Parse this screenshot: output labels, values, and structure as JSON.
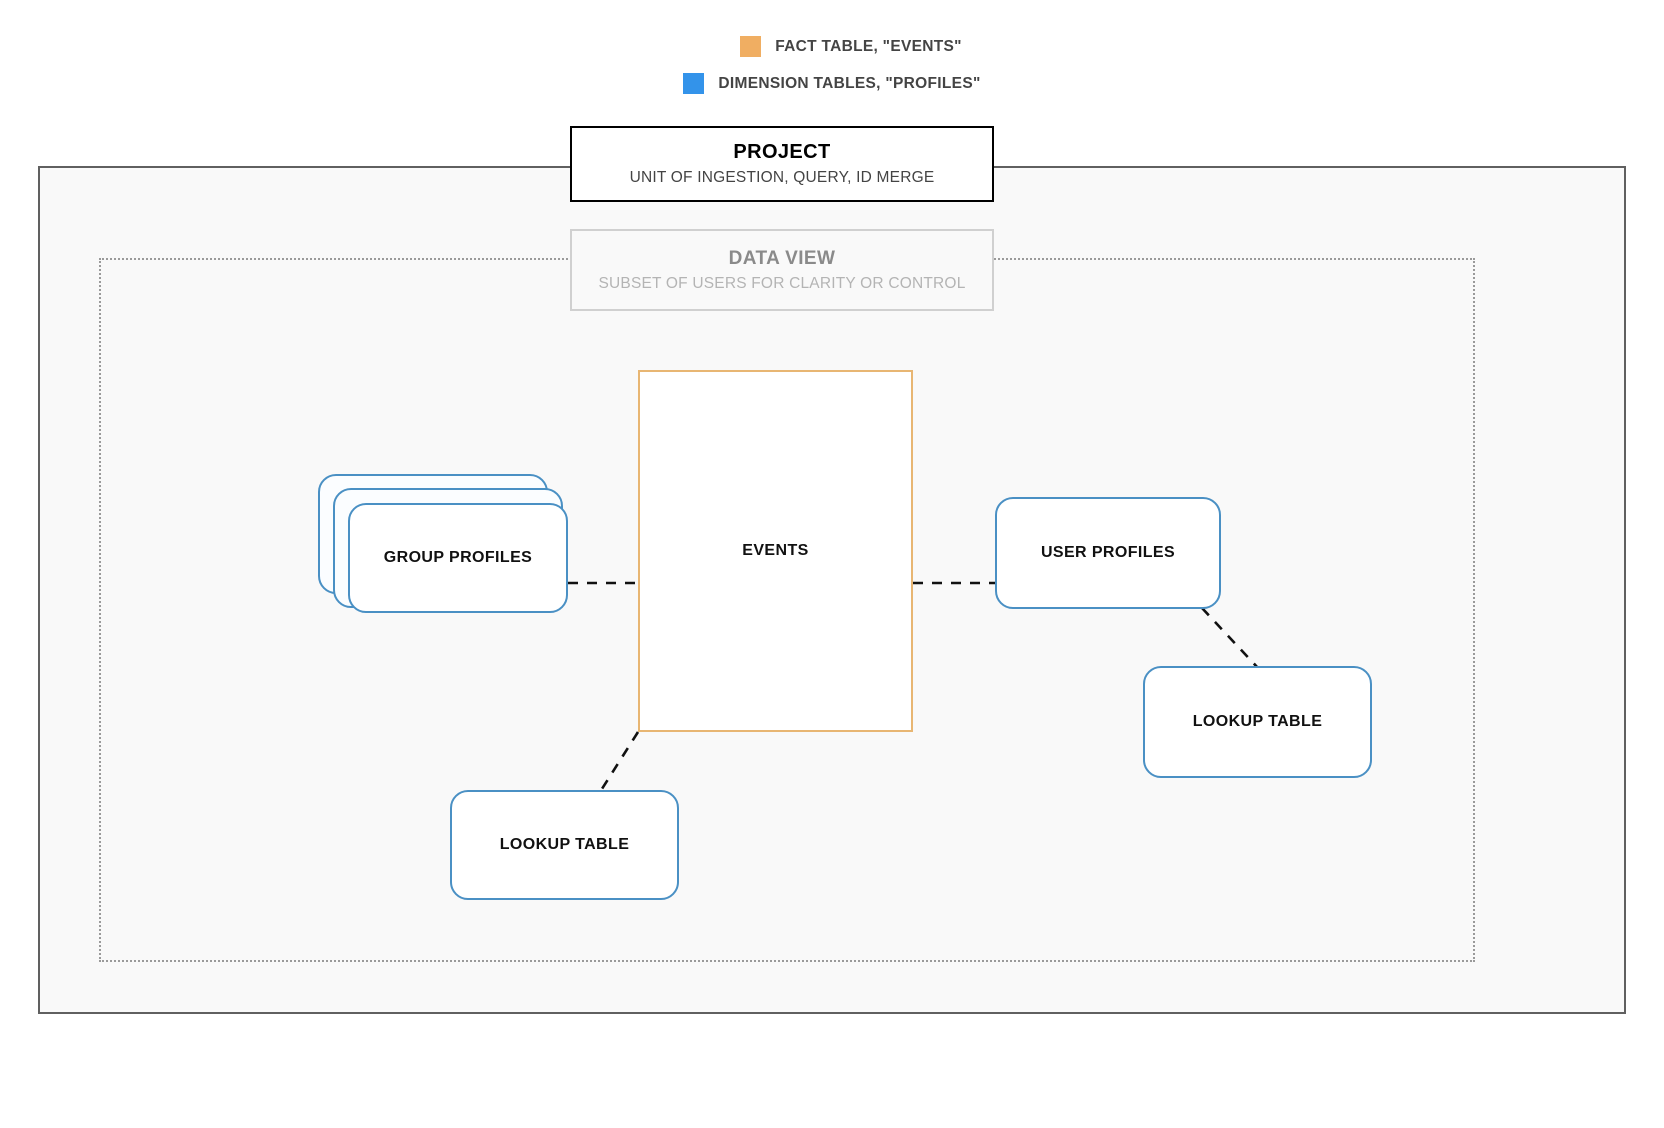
{
  "legend": {
    "items": [
      {
        "label": "FACT TABLE, \"EVENTS\"",
        "color": "#f0ae62",
        "swatch_name": "fact-table-swatch"
      },
      {
        "label": "DIMENSION TABLES, \"PROFILES\"",
        "color": "#3393ea",
        "swatch_name": "dimension-tables-swatch"
      }
    ]
  },
  "project": {
    "title": "PROJECT",
    "subtitle": "UNIT OF INGESTION, QUERY, ID MERGE",
    "border_color": "#000000"
  },
  "data_view": {
    "title": "DATA VIEW",
    "subtitle": "SUBSET OF USERS FOR CLARITY OR CONTROL",
    "border_color": "#d0d0d0"
  },
  "nodes": {
    "events": {
      "label": "EVENTS",
      "type": "fact-table",
      "color": "#e8b673"
    },
    "group_profiles": {
      "label": "GROUP PROFILES",
      "type": "dimension-table-stack",
      "color": "#4a90c4",
      "stack_count": 3
    },
    "user_profiles": {
      "label": "USER PROFILES",
      "type": "dimension-table",
      "color": "#4a90c4"
    },
    "lookup_table_left": {
      "label": "LOOKUP TABLE",
      "type": "dimension-table",
      "color": "#4a90c4"
    },
    "lookup_table_right": {
      "label": "LOOKUP TABLE",
      "type": "dimension-table",
      "color": "#4a90c4"
    }
  },
  "connectors": [
    {
      "from": "group_profiles",
      "to": "events",
      "style": "dashed"
    },
    {
      "from": "events",
      "to": "user_profiles",
      "style": "dashed"
    },
    {
      "from": "events",
      "to": "lookup_table_left",
      "style": "dashed"
    },
    {
      "from": "user_profiles",
      "to": "lookup_table_right",
      "style": "dashed"
    }
  ]
}
